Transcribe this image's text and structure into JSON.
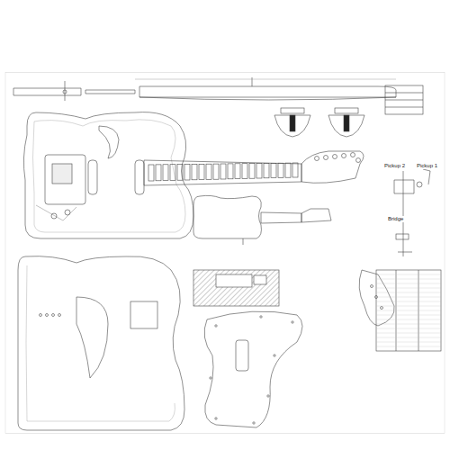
{
  "diagram": {
    "labels": [
      "Pickup 2",
      "Pickup 1",
      "Bridge"
    ]
  }
}
